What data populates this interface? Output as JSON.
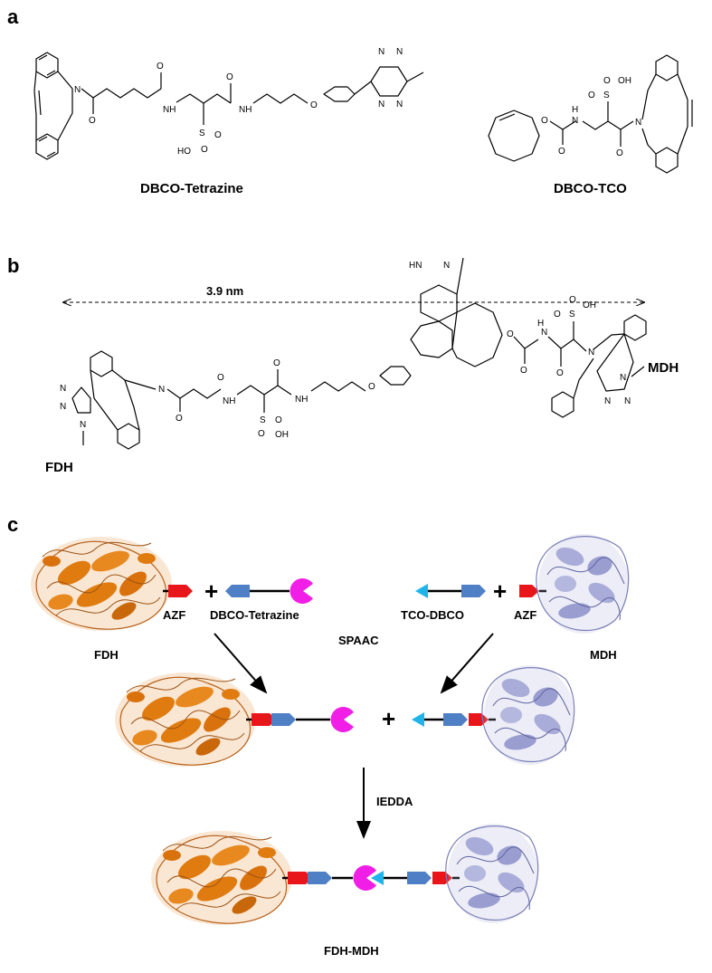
{
  "panels": {
    "a": {
      "letter": "a",
      "compound1_name": "DBCO-Tetrazine",
      "compound2_name": "DBCO-TCO"
    },
    "b": {
      "letter": "b",
      "distance_label": "3.9 nm",
      "left_label": "FDH",
      "right_label": "MDH"
    },
    "c": {
      "letter": "c",
      "azf_left": "AZF",
      "azf_right": "AZF",
      "dbco_tetrazine": "DBCO-Tetrazine",
      "tco_dbco": "TCO-DBCO",
      "fdh": "FDH",
      "mdh": "MDH",
      "spaac": "SPAAC",
      "iedda": "IEDDA",
      "product": "FDH-MDH",
      "plus": "+"
    }
  },
  "atoms": {
    "N": "N",
    "O": "O",
    "S": "S",
    "H": "H",
    "NH": "NH",
    "HN": "HN",
    "OH": "OH",
    "HO": "HO"
  },
  "colors": {
    "fdh_protein": "#e07b10",
    "mdh_protein": "#a9acd8",
    "azf_tag": "#e8161b",
    "dbco_tag": "#4f7fc4",
    "tetrazine": "#f01ee6",
    "tco": "#1fb4ea"
  }
}
